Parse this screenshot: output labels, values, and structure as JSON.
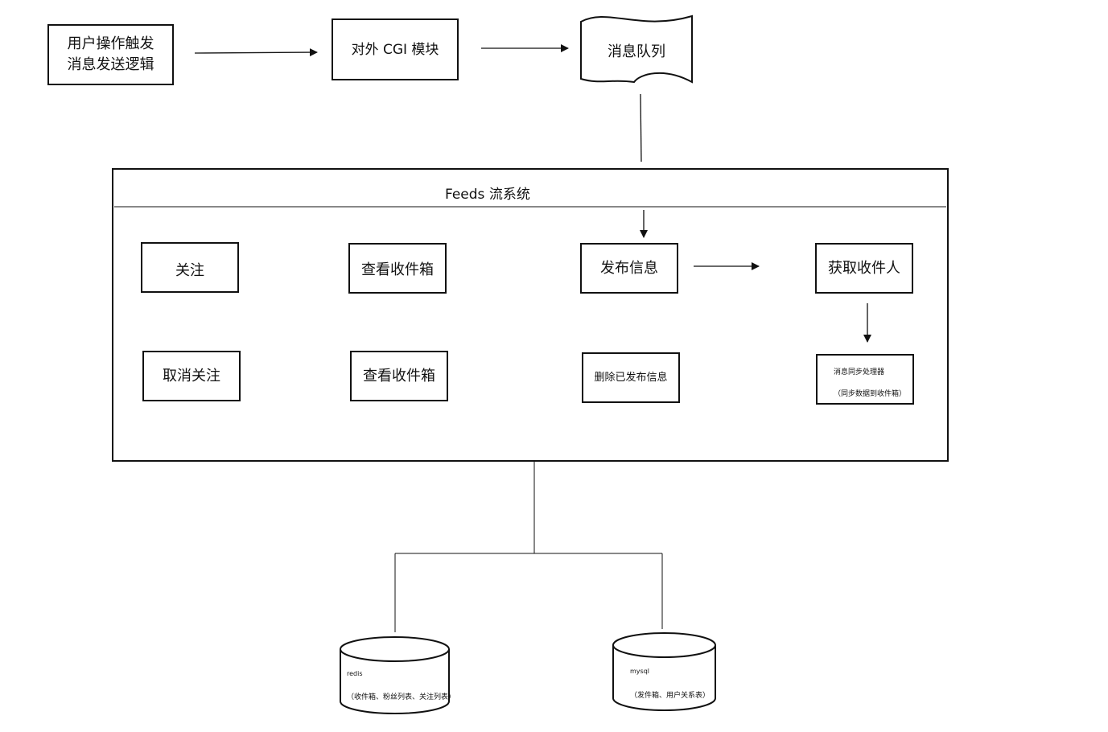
{
  "nodes": {
    "user_trigger": "用户操作触发\n消息发送逻辑",
    "cgi_module": "对外 CGI 模块",
    "message_queue": "消息队列",
    "feeds_system_title": "Feeds 流系统",
    "follow": "关注",
    "view_inbox_1": "查看收件箱",
    "publish_message": "发布信息",
    "get_recipients": "获取收件人",
    "unfollow": "取消关注",
    "view_inbox_2": "查看收件箱",
    "delete_published": "删除已发布信息",
    "sync_processor_title": "消息同步处理器",
    "sync_processor_note": "（同步数据到收件箱）",
    "redis_title": "redis",
    "redis_note": "（收件箱、粉丝列表、关注列表）",
    "mysql_title": "mysql",
    "mysql_note": "（发件箱、用户关系表）"
  }
}
